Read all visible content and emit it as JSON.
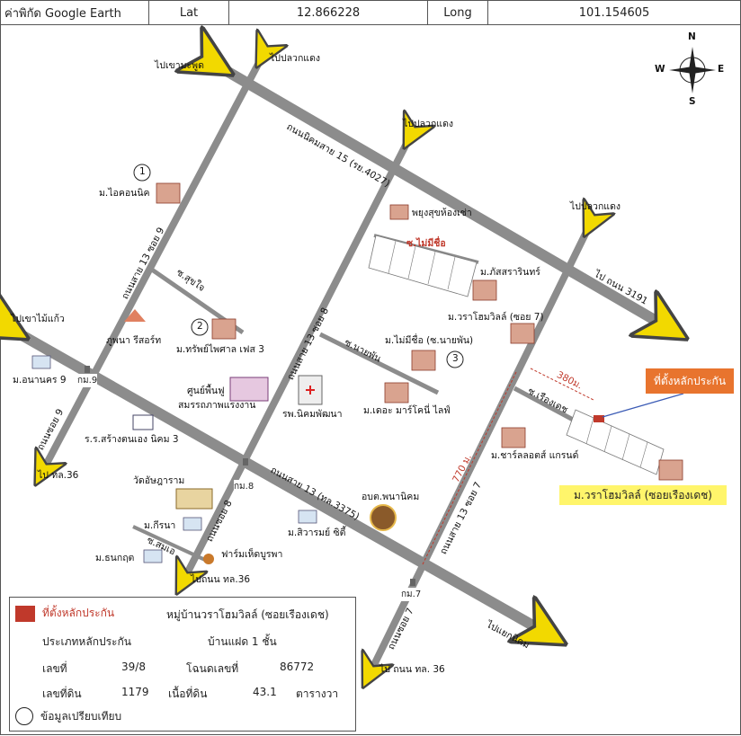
{
  "header": {
    "coord_label": "ค่าพิกัด Google Earth",
    "lat_label": "Lat",
    "lat_value": "12.866228",
    "long_label": "Long",
    "long_value": "101.154605"
  },
  "compass": {
    "n": "N",
    "s": "S",
    "e": "E",
    "w": "W"
  },
  "directions": {
    "to_khao_mapoot": "ไปเขามะพูด",
    "to_pluak_daeng_1": "ไปปลวกแดง",
    "to_pluak_daeng_2": "ไปปลวกแดง",
    "to_pluak_daeng_3": "ไปปลวกแดง",
    "to_khao_mai_kaew": "ไปเขาไม้แก้ว",
    "to_rd3191": "ไป ถนน 3191",
    "to_hl36_a": "ไป ทล.36",
    "to_hl36_b": "ไปถนน ทล.36",
    "to_hl36_c": "ไป ถนน ทล. 36",
    "to_nikom_exit": "ไปแยกนิคม"
  },
  "roads": {
    "nikom_15": "ถนนนิคมสาย 15 (รย.4027)",
    "sai13_soi9": "ถนนสาย 13 ซอย 9",
    "sai13_soi8": "ถนนสาย 13 ซอย 8",
    "sai13_soi7": "ถนนสาย 13 ซอย 7",
    "sai13_main": "ถนนสาย 13 (ทล.3375)",
    "soi9": "ถนนซอย 9",
    "soi8": "ถนนซอย 8",
    "soi7": "ถนนซอย 7",
    "soi_sukjai": "ซ.สุขใจ",
    "soi_mai_mi_chue": "ซ.ไม่มีชื่อ",
    "soi_naiphan": "ซ.นายพัน",
    "soi_rueangdet": "ซ.เรืองเดช",
    "soi_samoe": "ซ.สมเอ"
  },
  "places": {
    "icon_nik": "ม.ไอคอนนิค",
    "phuphan": "ภูพนา รีสอร์ท",
    "sapphai": "ม.ทรัพย์ไพศาล เฟส 3",
    "anan": "ม.อนานคร 9",
    "center": "ศูนย์พื้นฟู",
    "center2": "สมรรถภาพแรงงาน",
    "hospital": "รพ.นิคมพัฒนา",
    "school": "ร.ร.สร้างตนเอง นิคม 3",
    "temple": "วัดอัษฎาราม",
    "kirana": "ม.กีรนา",
    "thanakul": "ม.ธนกฤต",
    "farm": "ฟาร์มเห็ดบูรพา",
    "siwarom": "ม.สิวารมย์ ซิตี้",
    "obt": "อบต.พนานิคม",
    "phayung": "พยุงสุขห้องเช่า",
    "phatsara": "ม.ภัสสรารินทร์",
    "warahome7": "ม.วราโฮมวิลล์ (ซอย 7)",
    "mai_mi_chue": "ม.ไม่มีชื่อ (ซ.นายพัน)",
    "the_marconi": "ม.เดอะ มาร์โคนี่ ไลฟ์",
    "charlotte": "ม.ชาร์ลลอตส์ แกรนด์",
    "warahome_rd": "ม.วราโฮมวิลล์ (ซอยเรืองเดช)",
    "km9": "กม.9",
    "km8": "กม.8",
    "km7": "กม.7"
  },
  "markers": {
    "m1": "1",
    "m2": "2",
    "m3": "3"
  },
  "distances": {
    "d380": "380ม.",
    "d770": "770 ม."
  },
  "callout": "ที่ตั้งหลักประกัน",
  "legend": {
    "subject_label": "ที่ตั้งหลักประกัน",
    "project_name": "หมู่บ้านวราโฮมวิลล์ (ซอยเรืองเดช)",
    "type_label": "ประเภทหลักประกัน",
    "type_value": "บ้านแฝด 1 ชั้น",
    "no_label": "เลขที่",
    "no_value": "39/8",
    "deed_label": "โฉนดเลขที่",
    "deed_value": "86772",
    "land_no_label": "เลขที่ดิน",
    "land_no_value": "1179",
    "area_label": "เนื้อที่ดิน",
    "area_value": "43.1",
    "area_unit": "ตารางวา",
    "compare_label": "ข้อมูลเปรียบเทียบ"
  },
  "colors": {
    "road": "#8c8c8c",
    "arrow": "#f2d900",
    "subject": "#c0392b",
    "callout": "#e8742e",
    "highlight": "#fff56b"
  }
}
